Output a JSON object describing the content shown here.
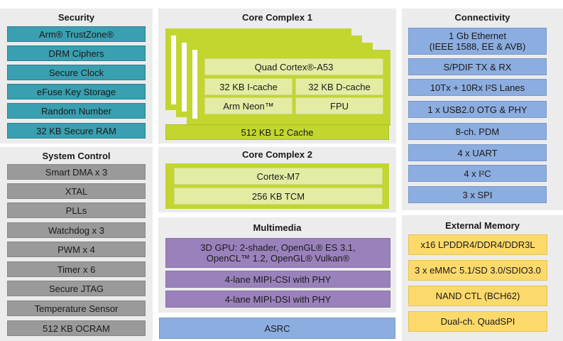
{
  "security": {
    "title": "Security",
    "items": [
      "Arm® TrustZone®",
      "DRM Ciphers",
      "Secure Clock",
      "eFuse Key Storage",
      "Random Number",
      "32 KB Secure RAM"
    ]
  },
  "system_control": {
    "title": "System Control",
    "items": [
      "Smart DMA x 3",
      "XTAL",
      "PLLs",
      "Watchdog x 3",
      "PWM x 4",
      "Timer x 6",
      "Secure JTAG",
      "Temperature Sensor",
      "512 KB OCRAM"
    ]
  },
  "core1": {
    "title": "Core Complex 1",
    "cpu": "Quad Cortex®-A53",
    "icache": "32 KB I-cache",
    "dcache": "32 KB D-cache",
    "neon": "Arm Neon™",
    "fpu": "FPU",
    "l2": "512 KB L2 Cache"
  },
  "core2": {
    "title": "Core Complex 2",
    "cpu": "Cortex-M7",
    "tcm": "256 KB TCM"
  },
  "multimedia": {
    "title": "Multimedia",
    "gpu_line1": "3D GPU: 2-shader, OpenGL® ES 3.1,",
    "gpu_line2": "OpenCL™ 1.2, OpenGL® Vulkan®",
    "csi": "4-lane MIPI-CSI with PHY",
    "dsi": "4-lane MIPI-DSI with PHY"
  },
  "asrc": "ASRC",
  "connectivity": {
    "title": "Connectivity",
    "ethernet_line1": "1 Gb Ethernet",
    "ethernet_line2": "(IEEE 1588, EE & AVB)",
    "items": [
      "S/PDIF TX & RX",
      "10Tx + 10Rx I²S Lanes",
      "1 x USB2.0 OTG & PHY",
      "8-ch. PDM",
      "4 x UART",
      "4 x I²C",
      "3 x SPI"
    ]
  },
  "external_memory": {
    "title": "External Memory",
    "items": [
      "x16 LPDDR4/DDR4/DDR3L",
      "3 x eMMC 5.1/SD 3.0/SDIO3.0",
      "NAND CTL (BCH62)",
      "Dual-ch. QuadSPI"
    ]
  }
}
